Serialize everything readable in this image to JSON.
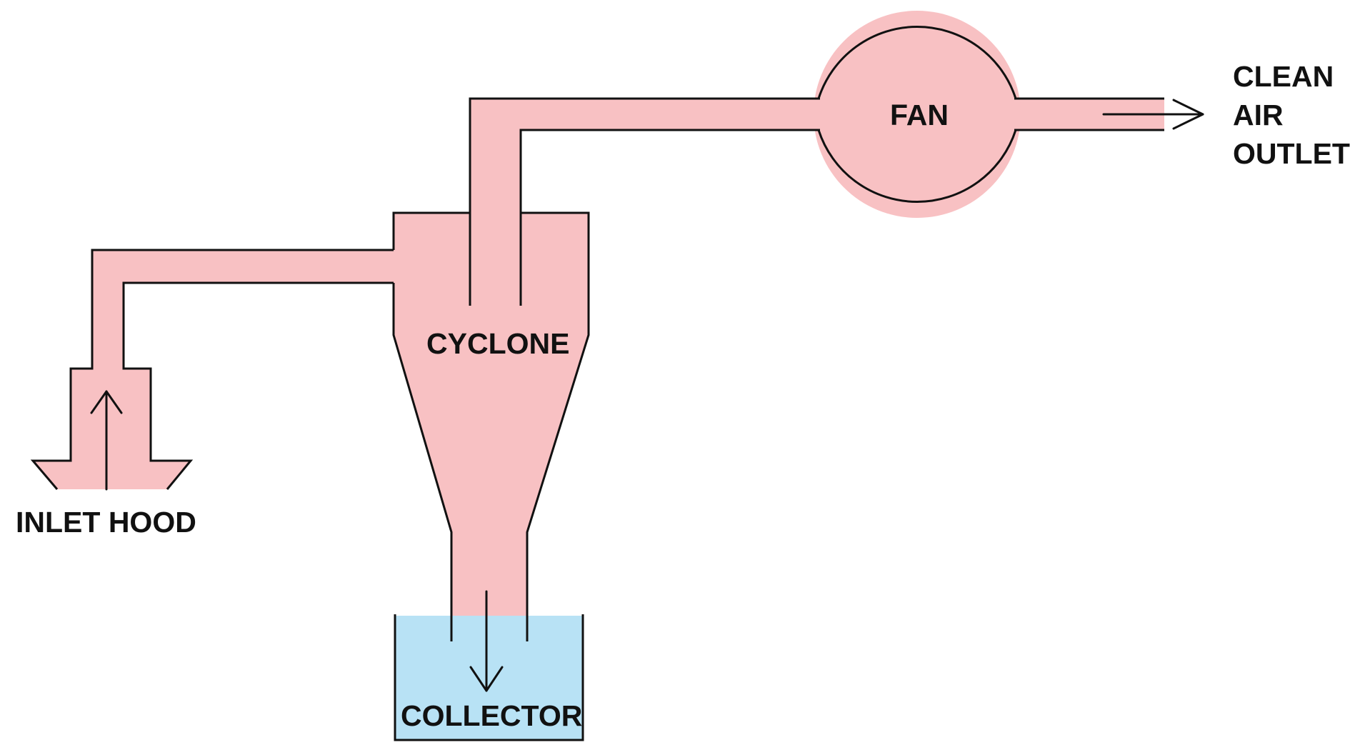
{
  "diagram": {
    "labels": {
      "inlet_hood": "INLET HOOD",
      "cyclone": "CYCLONE",
      "collector": "COLLECTOR",
      "fan": "FAN",
      "outlet_line1": "CLEAN",
      "outlet_line2": "AIR",
      "outlet_line3": "OUTLET"
    },
    "colors": {
      "duct_fill": "#F8C1C3",
      "collector_fill": "#B8E2F5",
      "stroke": "#111111",
      "background": "#FFFFFF"
    }
  }
}
